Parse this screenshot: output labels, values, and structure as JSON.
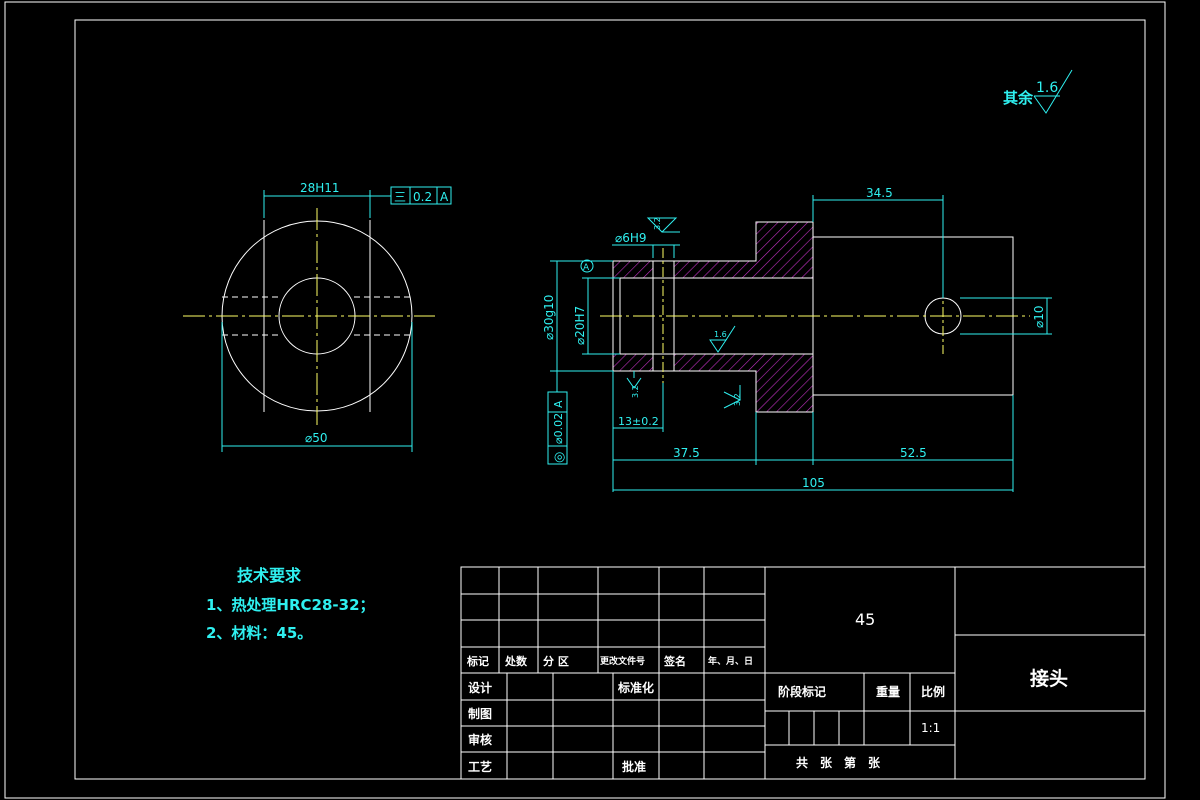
{
  "drawing": {
    "roughness_label": "其余",
    "roughness_value": "1.6",
    "left_view": {
      "width_dim": "28H11",
      "tolerance_symbol": "三",
      "tolerance_value": "0.2",
      "tolerance_datum": "A",
      "diameter_dim": "⌀50"
    },
    "section_view": {
      "hole_dim": "⌀6H9",
      "datum_marker": "A",
      "outer_dim": "⌀30g10",
      "bore_dim": "⌀20H7",
      "coax_symbol": "◎",
      "coax_value": "⌀0.02",
      "coax_datum": "A",
      "pin_hole_dim": "⌀10",
      "dim_34_5": "34.5",
      "dim_13": "13±0.2",
      "dim_37_5": "37.5",
      "dim_52_5": "52.5",
      "dim_105": "105",
      "rough_1": "3.2",
      "rough_2": "1.6",
      "rough_3": "3.2",
      "rough_4": "3.2"
    },
    "tech_req": {
      "title": "技术要求",
      "line1": "1、热处理HRC28-32；",
      "line2": "2、材料：45。"
    },
    "title_block": {
      "material": "45",
      "part_name": "接头",
      "h_mark": "标记",
      "h_count": "处数",
      "h_zone": "分 区",
      "h_docno": "更改文件号",
      "h_sign": "签名",
      "h_date": "年、月、日",
      "r_design": "设计",
      "r_standard": "标准化",
      "r_draw": "制图",
      "r_check": "审核",
      "r_process": "工艺",
      "r_approve": "批准",
      "stage_mark": "阶段标记",
      "weight": "重量",
      "scale_label": "比例",
      "scale_value": "1:1",
      "sheets": "共　张　第　张"
    }
  }
}
